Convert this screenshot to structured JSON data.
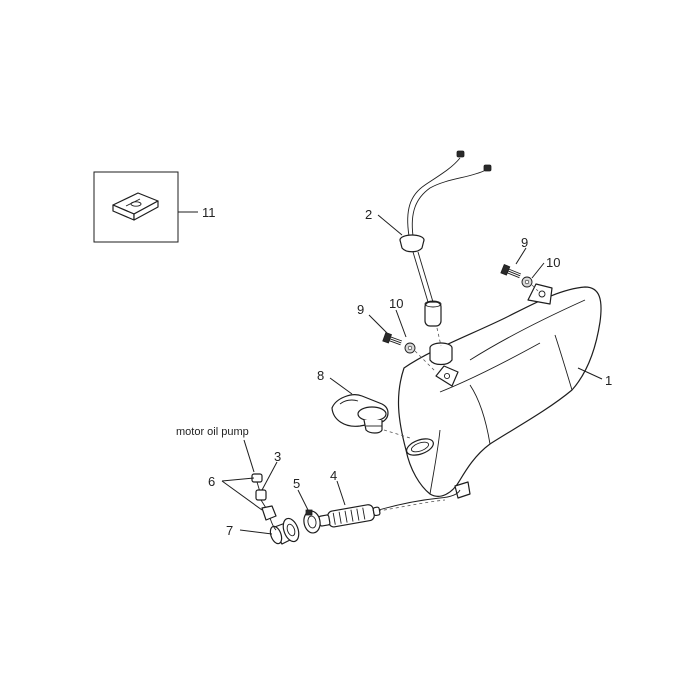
{
  "callouts": {
    "c1": "1",
    "c2": "2",
    "c3": "3",
    "c4": "4",
    "c5": "5",
    "c6": "6",
    "c7": "7",
    "c8": "8",
    "c9a": "9",
    "c9b": "9",
    "c10a": "10",
    "c10b": "10",
    "c11": "11"
  },
  "annotation": "motor oil pump"
}
